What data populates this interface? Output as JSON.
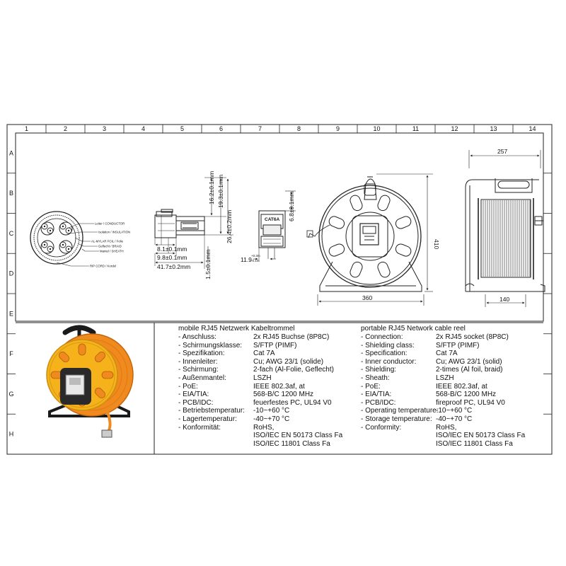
{
  "grid": {
    "columns": [
      "1",
      "2",
      "3",
      "4",
      "5",
      "6",
      "7",
      "8",
      "9",
      "10",
      "11",
      "12",
      "13",
      "14"
    ],
    "rows": [
      "A",
      "B",
      "C",
      "D",
      "E",
      "F",
      "G",
      "H"
    ]
  },
  "cable_section": {
    "conductor": "Leiter / CONDUCTOR",
    "insulation": "Isolation / INSULATION",
    "foil": "AL-MYLAR FOIL / Folie",
    "braid": "Geflecht / BRAID",
    "sheath": "Mantel / SHEATH",
    "ripcord": "RIP CORD / Kordel"
  },
  "plug_dims": {
    "h1": "16.2±0.1mm",
    "h2": "19.3±0.1mm",
    "h3": "26.4±0.2mm",
    "w1": "8.1±0.1mm",
    "w2": "9.8±0.1mm",
    "w3": "41.7±0.2mm",
    "small": "1.5±0.1mm"
  },
  "socket_dims": {
    "label": "CAT6A",
    "h": "6.8±0.1mm",
    "w": "11.9",
    "tol_plus": "+0.3m",
    "tol_minus": "-0.1m"
  },
  "reel_dims": {
    "width_front": "360",
    "height": "410",
    "width_side": "257",
    "base_side": "140"
  },
  "specs_de": {
    "title": "mobile RJ45 Netzwerk Kabeltrommel",
    "rows": [
      {
        "label": "- Anschluss:",
        "value": "2x RJ45 Buchse (8P8C)"
      },
      {
        "label": "- Schirmungsklasse:",
        "value": "S/FTP (PIMF)"
      },
      {
        "label": "- Spezifikation:",
        "value": "Cat 7A"
      },
      {
        "label": "- Innenleiter:",
        "value": "Cu; AWG 23/1 (solide)"
      },
      {
        "label": "- Schirmung:",
        "value": "2-fach (Al-Folie, Geflecht)"
      },
      {
        "label": "- Außenmantel:",
        "value": "LSZH"
      },
      {
        "label": "- PoE:",
        "value": "IEEE 802.3af, at"
      },
      {
        "label": "- EIA/TIA:",
        "value": " 568-B/C 1200 MHz"
      },
      {
        "label": "- PCB/IDC:",
        "value": "feuerfestes PC, UL94 V0"
      },
      {
        "label": "- Betriebstemperatur:",
        "value": "-10~+60 °C"
      },
      {
        "label": "- Lagertemperatur:",
        "value": "-40~+70 °C"
      },
      {
        "label": "- Konformität:",
        "value": "RoHS,"
      },
      {
        "label": "",
        "value": "ISO/IEC EN 50173 Class Fa"
      },
      {
        "label": "",
        "value": "ISO/IEC 11801 Class Fa"
      }
    ]
  },
  "specs_en": {
    "title": "portable RJ45 Network cable reel",
    "rows": [
      {
        "label": "- Connection:",
        "value": "2x RJ45 socket (8P8C)"
      },
      {
        "label": "- Shielding class:",
        "value": "S/FTP (PIMF)"
      },
      {
        "label": "- Specification:",
        "value": "Cat 7A"
      },
      {
        "label": "- Inner conductor:",
        "value": "Cu; AWG 23/1 (solid)"
      },
      {
        "label": "- Shielding:",
        "value": "2-times (Al foil, braid)"
      },
      {
        "label": "- Sheath:",
        "value": "LSZH"
      },
      {
        "label": "- PoE:",
        "value": "IEEE 802.3af, at"
      },
      {
        "label": "- EIA/TIA:",
        "value": " 568-B/C 1200 MHz"
      },
      {
        "label": "- PCB/IDC:",
        "value": "fireproof PC, UL94 V0"
      },
      {
        "label": "- Operating temperature:",
        "value": "-10~+60 °C"
      },
      {
        "label": "- Storage temperature:",
        "value": "-40~+70 °C"
      },
      {
        "label": "- Conformity:",
        "value": "RoHS,"
      },
      {
        "label": "",
        "value": "ISO/IEC EN 50173 Class Fa"
      },
      {
        "label": "",
        "value": "ISO/IEC 11801 Class Fa"
      }
    ]
  },
  "colors": {
    "line": "#222222",
    "reel_orange": "#f08a1e",
    "reel_yellow": "#f5b21a",
    "frame_black": "#1a1a1a"
  }
}
